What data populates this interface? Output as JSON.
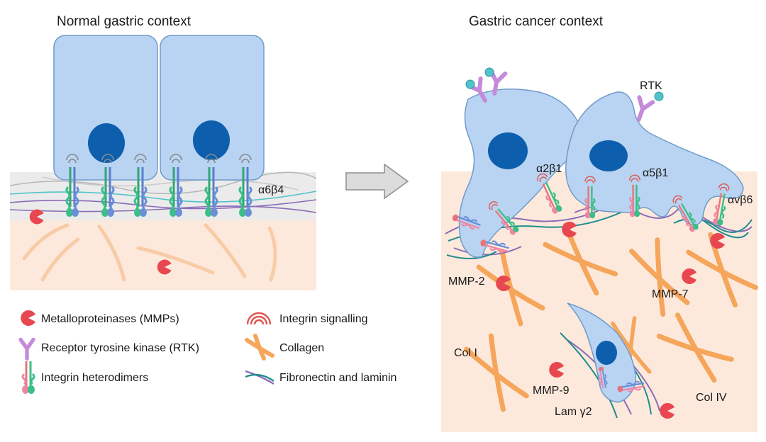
{
  "panels": {
    "normal": {
      "title": "Normal gastric context"
    },
    "cancer": {
      "title": "Gastric cancer context"
    }
  },
  "labels": {
    "a6b4": "α6β4",
    "rtk": "RTK",
    "a2b1": "α2β1",
    "a5b1": "α5β1",
    "avb6": "αvβ6",
    "mmp2": "MMP-2",
    "mmp7": "MMP-7",
    "mmp9": "MMP-9",
    "col1": "Col I",
    "col4": "Col IV",
    "lamg2": "Lam γ2"
  },
  "legend": {
    "mmp": "Metalloproteinases (MMPs)",
    "rtk": "Receptor tyrosine kinase (RTK)",
    "integrin": "Integrin heterodimers",
    "signalling": "Integrin signalling",
    "collagen": "Collagen",
    "fibronectin": "Fibronectin and laminin"
  },
  "colors": {
    "cell_fill": "#b9d3f2",
    "cell_stroke": "#6f9bc9",
    "nucleus": "#0d5fae",
    "basement": "#ebebeb",
    "stroma": "#fde9dc",
    "collagen": "#f5a65b",
    "mmp": "#e8474f",
    "rtk": "#c58ad9",
    "ligand": "#52c3c9",
    "fiber_purple": "#8a6bb8",
    "fiber_teal": "#1e8c8c",
    "integrin_green": "#3bbf86",
    "integrin_blue": "#6a8fd8",
    "integrin_pink": "#ee86a3",
    "integrin_red": "#e0564f",
    "arrow": "#d9d9d9"
  }
}
